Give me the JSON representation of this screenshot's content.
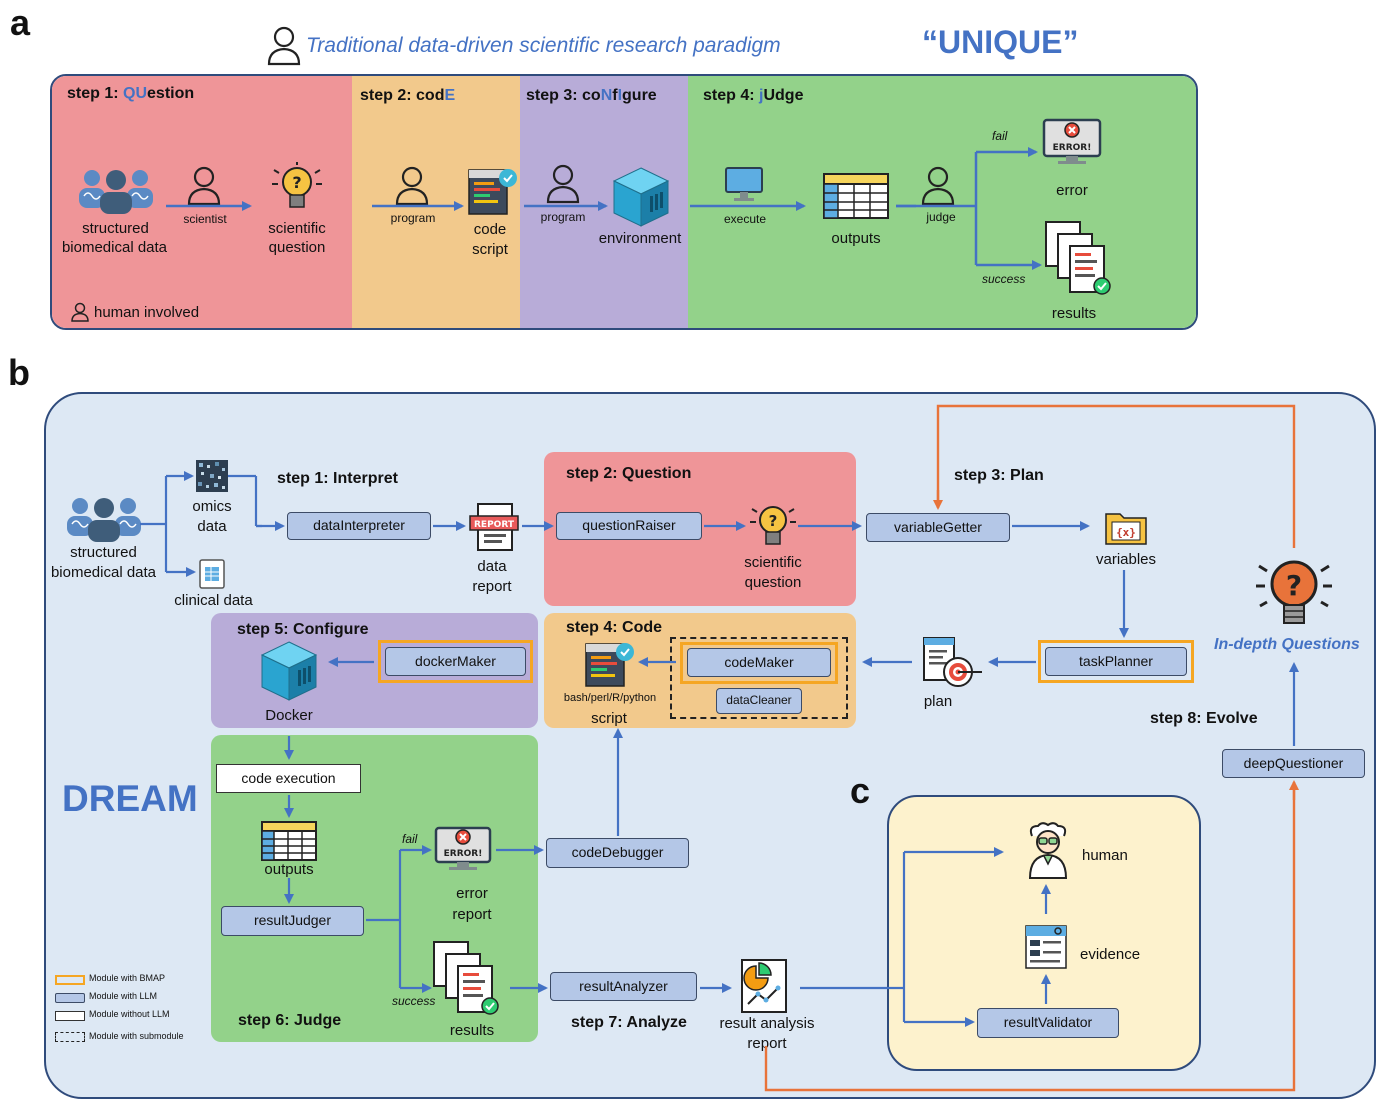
{
  "panels": {
    "a": "a",
    "b": "b",
    "c": "c"
  },
  "panel_a": {
    "title": "Traditional data-driven scientific research paradigm",
    "unique": "“UNIQUE”",
    "steps": [
      {
        "pre": "step 1: ",
        "hl": "QU",
        "post": "estion"
      },
      {
        "pre": "step 2: cod",
        "hl": "E",
        "post": ""
      },
      {
        "pre": "step 3: co",
        "hl": "N",
        "mid": "f",
        "hl2": "I",
        "post": "gure"
      },
      {
        "pre": "step 4: ",
        "hl": "j",
        "post": "U",
        "post2": "dge"
      }
    ],
    "labels": {
      "structured": "structured",
      "biomedical": "biomedical data",
      "scientist": "scientist",
      "sci_q1": "scientific",
      "sci_q2": "question",
      "program1": "program",
      "code1": "code",
      "code2": "script",
      "program2": "program",
      "environment": "environment",
      "execute": "execute",
      "outputs": "outputs",
      "judge": "judge",
      "fail": "fail",
      "success": "success",
      "error": "error",
      "results": "results",
      "human_involved": "human involved",
      "error_icon_text": "ERROR!"
    }
  },
  "panel_b": {
    "steps": {
      "s1": "step 1: Interpret",
      "s2": "step 2: Question",
      "s3": "step 3: Plan",
      "s4": "step 4: Code",
      "s5": "step 5: Configure",
      "s6": "step 6: Judge",
      "s7": "step 7: Analyze",
      "s8": "step 8: Evolve"
    },
    "modules": {
      "dataInterpreter": "dataInterpreter",
      "questionRaiser": "questionRaiser",
      "variableGetter": "variableGetter",
      "taskPlanner": "taskPlanner",
      "codeMaker": "codeMaker",
      "dataCleaner": "dataCleaner",
      "dockerMaker": "dockerMaker",
      "codeExecution": "code execution",
      "resultJudger": "resultJudger",
      "codeDebugger": "codeDebugger",
      "resultAnalyzer": "resultAnalyzer",
      "deepQuestioner": "deepQuestioner",
      "resultValidator": "resultValidator"
    },
    "labels": {
      "omics1": "omics",
      "omics2": "data",
      "clinical": "clinical data",
      "structured": "structured",
      "biomedical": "biomedical data",
      "data_report1": "data",
      "data_report2": "report",
      "sci_q1": "scientific",
      "sci_q2": "question",
      "variables": "variables",
      "plan": "plan",
      "docker": "Docker",
      "script_lang": "bash/perl/R/python",
      "script": "script",
      "outputs": "outputs",
      "fail": "fail",
      "success": "success",
      "error_report1": "error",
      "error_report2": "report",
      "results": "results",
      "result_analysis1": "result analysis",
      "result_analysis2": "report",
      "human": "human",
      "evidence": "evidence",
      "dream": "DREAM",
      "in_depth": "In-depth Questions",
      "report_icon_text": "REPORT",
      "error_icon_text": "ERROR!"
    },
    "legend": [
      "Module with BMAP",
      "Module with LLM",
      "Module without LLM",
      "Module with submodule"
    ]
  },
  "colors": {
    "question_red": "#ef9598",
    "code_orange": "#f2c98c",
    "configure_purple": "#b8acd8",
    "judge_green": "#93d28a",
    "panel_b_bg": "#dde8f4",
    "validator_bg": "#fdf2cd",
    "module_blue": "#b4c7e7",
    "bmap_orange": "#f5a623",
    "arrow_blue": "#4472c4",
    "arrow_orange": "#e8733a",
    "frame_navy": "#2f4b7c"
  }
}
